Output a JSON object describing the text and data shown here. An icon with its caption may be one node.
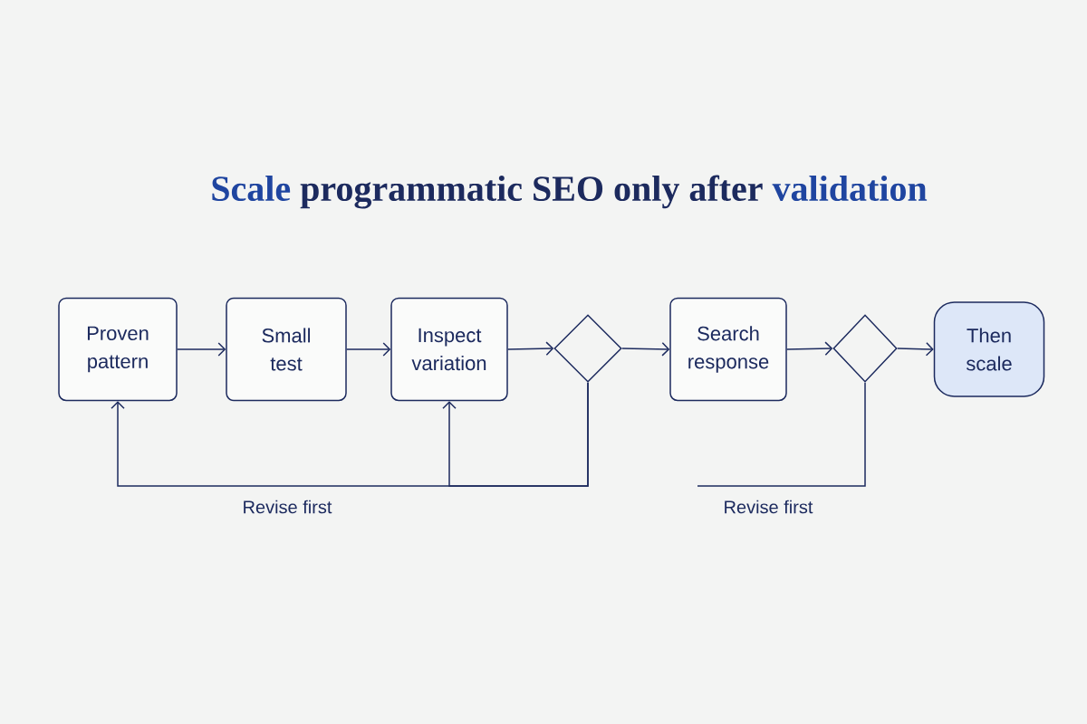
{
  "diagram": {
    "title": "**Scale** programmatic SEO only after **validation**",
    "nodes": [
      {
        "text": [
          "Proven pattern"
        ]
      },
      {
        "text": [
          "Small test"
        ]
      },
      {
        "text": [
          "Inspect variation"
        ]
      },
      {
        "text": [],
        "shape": "diamond"
      },
      {
        "text": [
          "Search response"
        ]
      },
      {
        "text": [],
        "shape": "diamond"
      },
      {
        "text": [
          "Then scale"
        ]
      }
    ],
    "edges": [
      {
        "from": 0,
        "to": 1,
        "arrow": "to"
      },
      {
        "from": 1,
        "to": 2,
        "arrow": "to"
      },
      {
        "from": 2,
        "to": 3,
        "arrow": "to"
      },
      {
        "from": 3,
        "to": 4,
        "arrow": "to"
      },
      {
        "from": 4,
        "to": 5,
        "arrow": "to"
      },
      {
        "from": 5,
        "to": 6,
        "arrow": "to"
      },
      {
        "from": 3,
        "to": 0,
        "arrow": "to",
        "label": "Revise first"
      },
      {
        "from": 3,
        "to": 2,
        "arrow": "to"
      },
      {
        "from": 5,
        "to": null,
        "arrow": "none",
        "label": "Revise first"
      }
    ]
  }
}
